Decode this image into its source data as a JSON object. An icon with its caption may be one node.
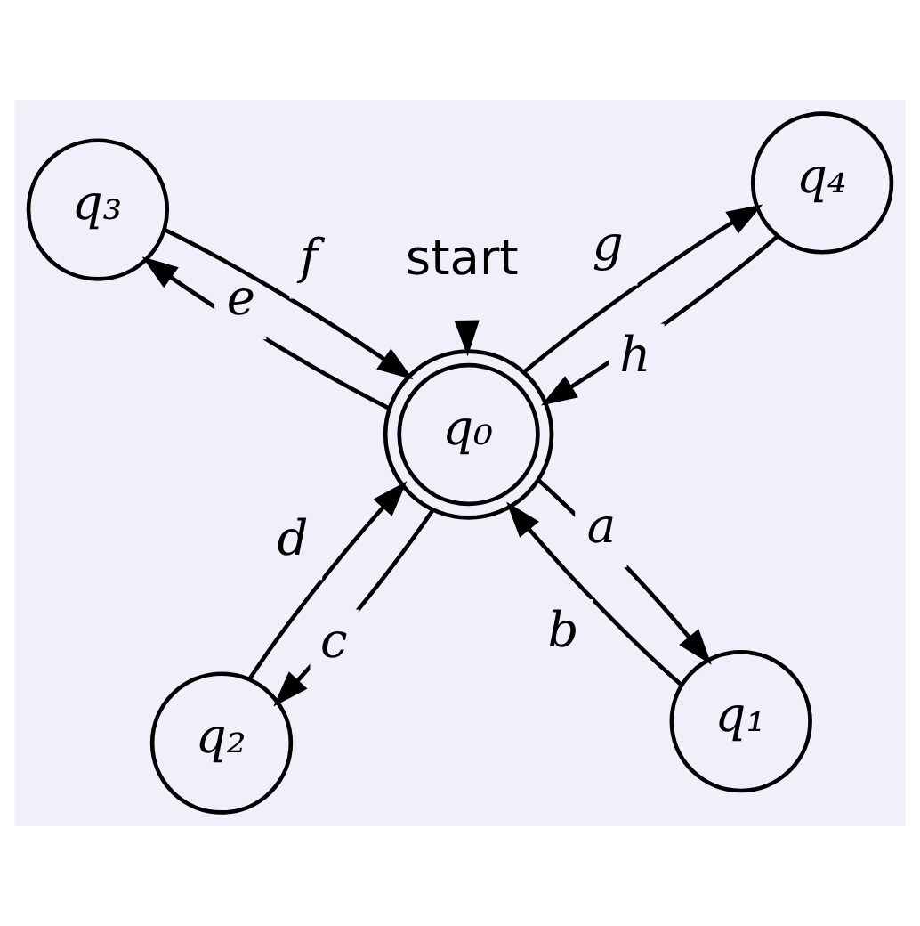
{
  "diagram": {
    "nodes": [
      {
        "text": [
          "q₀"
        ]
      },
      {
        "text": [
          "q₁"
        ]
      },
      {
        "text": [
          "q₂"
        ]
      },
      {
        "text": [
          "q₃"
        ]
      },
      {
        "text": [
          "q₄"
        ]
      },
      {
        "text": [
          "start"
        ]
      }
    ],
    "edges": [
      {
        "from": 5,
        "to": 0,
        "arrow": "to"
      },
      {
        "from": 0,
        "to": 1,
        "arrow": "to",
        "label": "a"
      },
      {
        "from": 1,
        "to": 0,
        "arrow": "to",
        "label": "b"
      },
      {
        "from": 0,
        "to": 2,
        "arrow": "to",
        "label": "c"
      },
      {
        "from": 2,
        "to": 0,
        "arrow": "to",
        "label": "d"
      },
      {
        "from": 0,
        "to": 3,
        "arrow": "to",
        "label": "e"
      },
      {
        "from": 3,
        "to": 0,
        "arrow": "to",
        "label": "f"
      },
      {
        "from": 0,
        "to": 4,
        "arrow": "to",
        "label": "g"
      },
      {
        "from": 4,
        "to": 0,
        "arrow": "to",
        "label": "h"
      }
    ]
  }
}
